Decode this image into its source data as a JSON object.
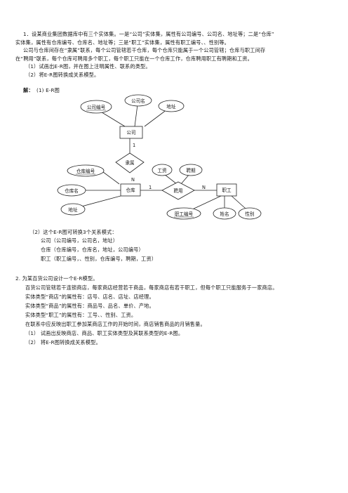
{
  "q1": {
    "line1": "1．设某商业集团数据库中有三个实体集。一是“公司”实体集，属性有公司编号、公司名、地址等；二是“仓库”",
    "line2": "实体集，属性有仓库编号、仓库名、地址等；三是“职工”实体集，属性有职工编号、、性别等。",
    "line3": "公司与仓库间存在“隶属”联系，每个公司管辖若干仓库，每个仓库只能属于一个公司管辖；仓库与职工间存",
    "line4": "在“聘用”联系，每个仓库可聘用多个职工，每个职工只能在一个仓库工作，仓库聘用职工有聘期和工资。",
    "task1": "（1）试画出E-R图，并在图上注明属性、联系的类型。",
    "task2": "（2）将E-R图转换成关系模型。"
  },
  "answer": {
    "label": "解：",
    "part1": "(1) E-R图"
  },
  "er": {
    "company": "公司",
    "company_id": "公司编号",
    "company_name": "公司名",
    "company_addr": "地址",
    "belongs": "隶属",
    "card_one_top": "1",
    "card_n_top": "N",
    "warehouse": "仓库",
    "warehouse_id": "仓库编号",
    "warehouse_name": "仓库名",
    "warehouse_addr": "地址",
    "hire": "聘用",
    "wage": "工资",
    "term": "聘期",
    "card_one_hire": "1",
    "card_n_hire": "N",
    "employee": "职工",
    "employee_id": "职工编号",
    "employee_name": "姓名",
    "employee_sex": "性别"
  },
  "relations": {
    "intro": "（2）这个E-R图可转换3个关系模式：",
    "r1": "公司（公司编号，公司名，地址）",
    "r2": "仓库（仓库编号，仓库名，地址，公司编号）",
    "r3": "职工（职工编号，、性别，仓库编号，聘期，工资）"
  },
  "q2": {
    "line1": "2. 为某百货公司设计一个E-R模型。",
    "line2": "百货公司管辖若干连锁商店，每家商店经营若干商品，每家商店有若干职工，但每个职工只能服务于一家商店。",
    "line3": "实体类型“商店”的属性有：店号、店名、店址、店经理。",
    "line4": "实体类型“商品”的属性有：商品号、品名、单价、产地。",
    "line5": "实体类型“职工”的属性有：工号、、性别、工资。",
    "line6": "在联系中应反映出职工参加某商店工作的开始时间，商店销售商品的月销售量。",
    "task1": "（1）  试画出反映商店、商品、职工实体类型及其联系类型的E-R图。",
    "task2": "（2）  将E-R图转换成关系模型。"
  }
}
